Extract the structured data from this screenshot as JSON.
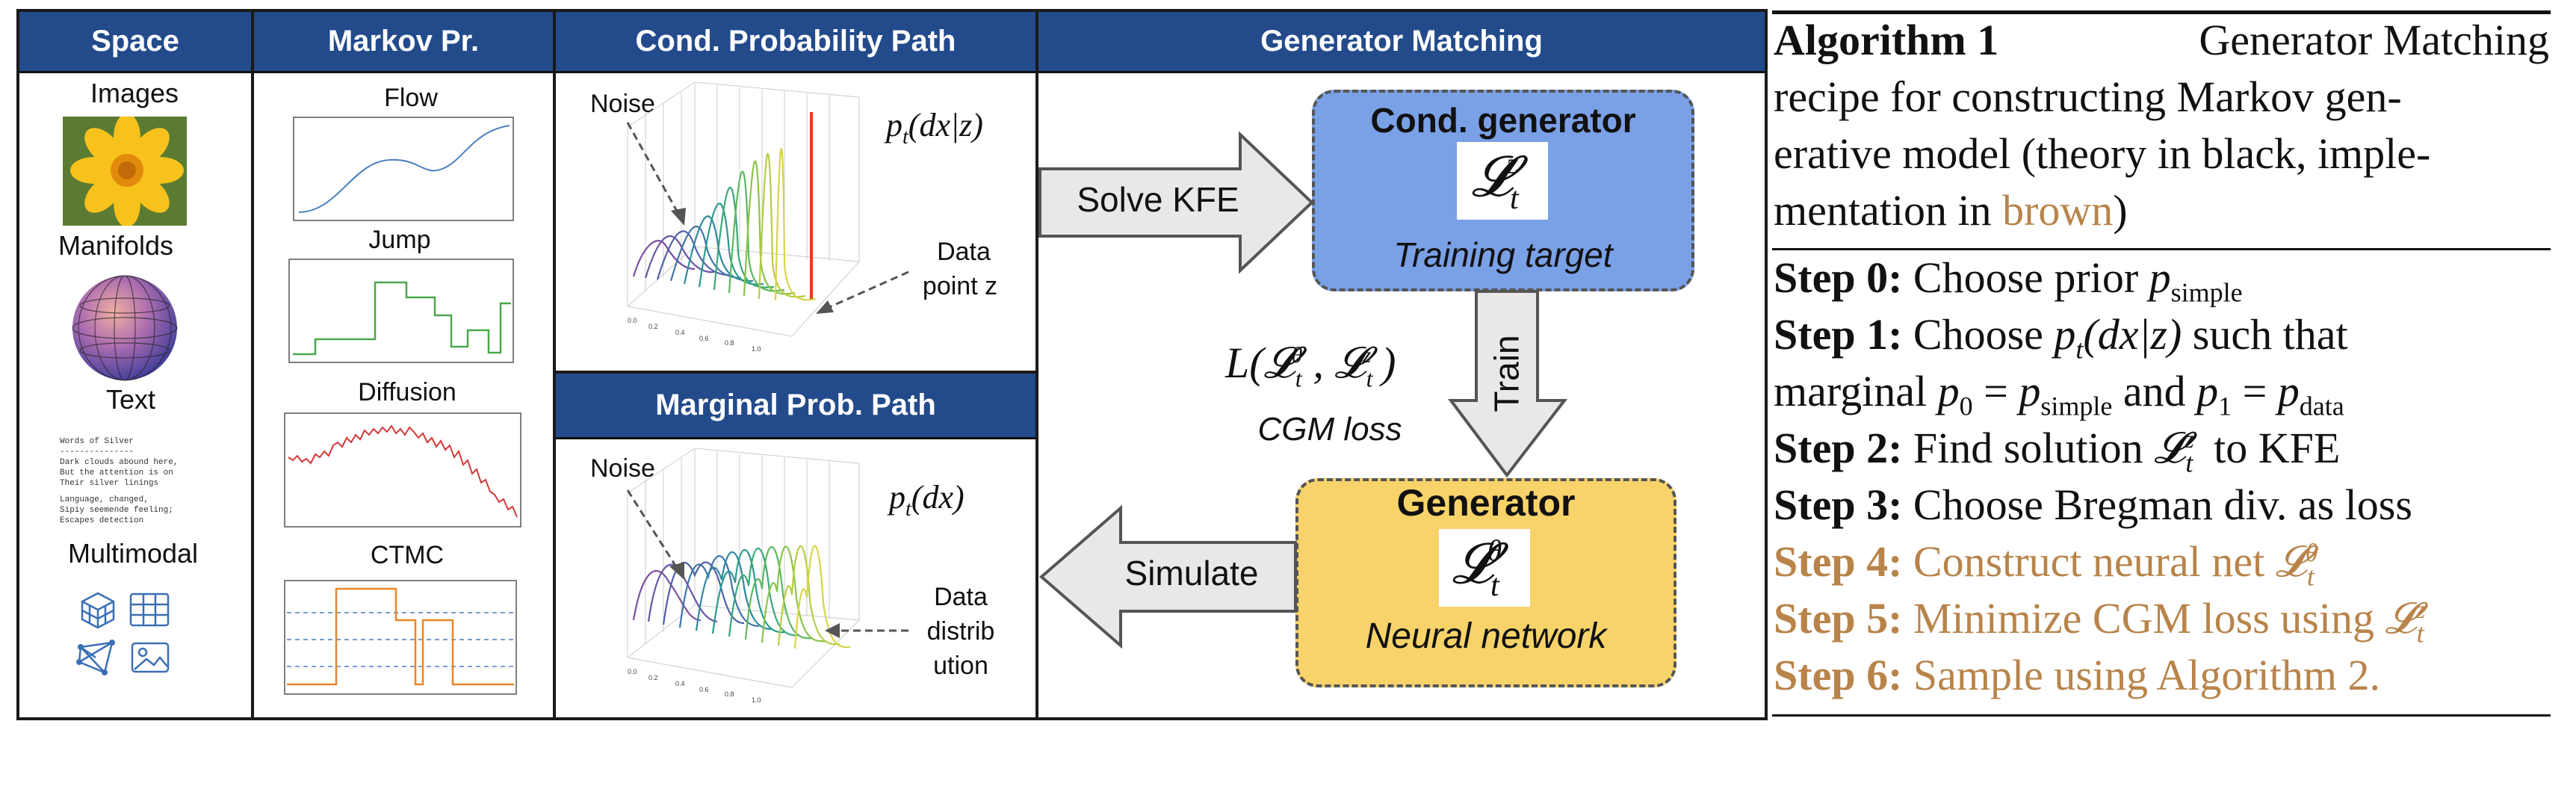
{
  "panels": {
    "space": {
      "header": "Space",
      "items": [
        "Images",
        "Manifolds",
        "Text",
        "Multimodal"
      ],
      "text_sample": [
        "Words of Silver",
        "---------------",
        "Dark clouds abound here,",
        "But the attention is on",
        "Their silver linings",
        "",
        "Language, changed,",
        "Sipiy seemende feeling;",
        "Escapes detection"
      ]
    },
    "markov": {
      "header": "Markov Pr.",
      "items": [
        "Flow",
        "Jump",
        "Diffusion",
        "CTMC"
      ]
    },
    "cond_path": {
      "header": "Cond. Probability Path",
      "noise_label": "Noise",
      "formula": "p_t(dx|z)",
      "data_point_label_1": "Data",
      "data_point_label_2": "point z"
    },
    "marginal_path": {
      "header": "Marginal Prob. Path",
      "noise_label": "Noise",
      "formula": "p_t(dx)",
      "data_dist_1": "Data",
      "data_dist_2": "distrib",
      "data_dist_3": "ution"
    },
    "generator_matching": {
      "header": "Generator Matching",
      "solve_kfe": "Solve KFE",
      "simulate": "Simulate",
      "train": "Train",
      "cond_generator_title": "Cond. generator",
      "cond_generator_symbol": "L_t^z",
      "cond_generator_caption": "Training target",
      "generator_title": "Generator",
      "generator_symbol": "L_t^θ",
      "generator_caption": "Neural network",
      "loss_formula": "L(L_t^θ, L_t^z)",
      "loss_caption": "CGM loss"
    }
  },
  "algorithm": {
    "title_bold": "Algorithm 1",
    "title_line1_rest": "Generator Matching",
    "title_line2": "recipe for constructing Markov gen-",
    "title_line3": "erative model (theory in black, imple-",
    "title_line4_prefix": "mentation in ",
    "title_line4_brown": "brown",
    "title_line4_suffix": ")",
    "steps": [
      {
        "label": "Step 0:",
        "text": "Choose prior p_simple"
      },
      {
        "label": "Step 1:",
        "text": "Choose p_t(dx|z) such that"
      },
      {
        "label": "",
        "text": "marginal p_0 = p_simple and p_1 = p_data"
      },
      {
        "label": "Step 2:",
        "text": "Find solution L_t^z to KFE"
      },
      {
        "label": "Step 3:",
        "text": "Choose Bregman div. as loss"
      },
      {
        "label": "Step 4:",
        "text": "Construct neural net L_t^θ"
      },
      {
        "label": "Step 5:",
        "text": "Minimize CGM loss using L_t^z"
      },
      {
        "label": "Step 6:",
        "text": "Sample using Algorithm 2."
      }
    ]
  },
  "colors": {
    "header_blue": "#234b8b",
    "cond_generator_fill": "#7aa0e6",
    "generator_fill": "#f7d36a",
    "implementation_brown": "#b8844a",
    "arrow_fill": "#e8e8e8"
  }
}
